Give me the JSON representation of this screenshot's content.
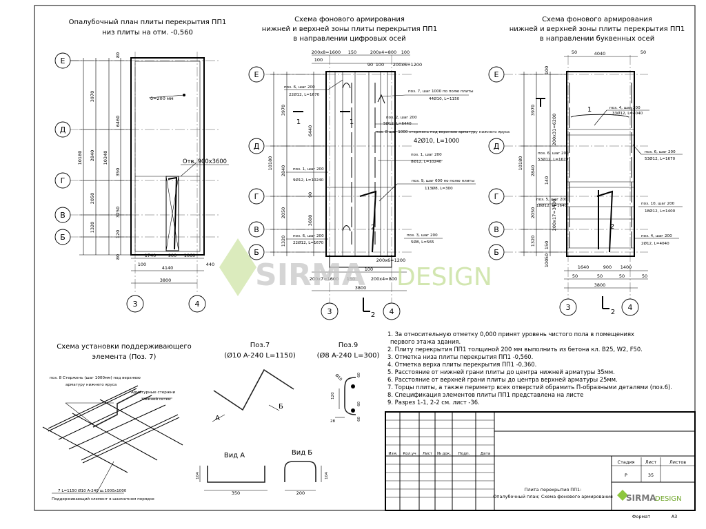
{
  "plans": {
    "formwork": {
      "title": [
        "Опалубочный план плиты перекрытия ПП1",
        "низ плиты на отм. -0,560"
      ],
      "thickness_note": "δ=200 мм",
      "opening_label": "Отв. 900х3600",
      "dims_left": [
        "10180",
        "3970",
        "2840",
        "2050",
        "1320"
      ],
      "dims_mid": [
        "6460",
        "10340",
        "3250",
        "350",
        "120",
        "80",
        "80"
      ],
      "dims_bottom": [
        "1740",
        "900",
        "1060",
        "4140",
        "3800",
        "100",
        "440"
      ]
    },
    "digit_axes": {
      "title": [
        "Схема фонового армирования",
        "нижней и верхней зоны плиты перекрытия ПП1",
        "в направлении цифровых осей"
      ],
      "dims_top": [
        "200х8=1600",
        "150",
        "200х4=800",
        "100",
        "100",
        "90",
        "100",
        "200х6=1200"
      ],
      "dims_bottom": [
        "200х7=1600",
        "150",
        "200х4=800",
        "100",
        "200х6=1200",
        "3800"
      ],
      "dims_left": [
        "10180",
        "3970",
        "2840",
        "2050",
        "1320",
        "6440",
        "3600",
        "90"
      ],
      "callouts": [
        [
          "поз. 6, шаг 200",
          "22Ø12, L=1670"
        ],
        [
          "поз. 7, шаг 1000 по полю плиты",
          "44Ø10, L=1150"
        ],
        [
          "поз. 2, шаг 200",
          "5Ø12, L=6440"
        ],
        [
          "поз. 8 шаг 1000 стержень под верхнюю арматуру нижнего яруса",
          "42Ø10, L=1000"
        ],
        [
          "поз. 1, шаг 200",
          "8Ø12, L=10240"
        ],
        [
          "поз. 1, шаг 200",
          "9Ø12, L=10240"
        ],
        [
          "поз. 9, шаг 600 по полю плиты",
          "113Ø8, L=300"
        ],
        [
          "поз. 6, шаг 200",
          "22Ø12, L=1670"
        ],
        [
          "поз. 3, шаг 200",
          "5Ø8, L=565"
        ]
      ],
      "section_marks": [
        "1",
        "1",
        "2",
        "2"
      ]
    },
    "letter_axes": {
      "title": [
        "Схема фонового армирования",
        "нижней и верхней зоны плиты перекрытия ПП1",
        "в направлении буквенных осей"
      ],
      "dims_top": [
        "50",
        "4040",
        "50"
      ],
      "dims_left": [
        "10180",
        "3970",
        "2840",
        "2050",
        "1320",
        "100",
        "200х31=6200",
        "200х17=3400",
        "140",
        "150",
        "50",
        "100"
      ],
      "dims_bottom": [
        "1640",
        "900",
        "1400",
        "50",
        "50",
        "50",
        "50",
        "3800"
      ],
      "callouts": [
        [
          "поз. 4, шаг 200",
          "33Ø12, L=4040"
        ],
        [
          "поз. 6, шаг 200",
          "53Ø12, L=1670"
        ],
        [
          "поз. 6, шаг 200",
          "53Ø12, L=1670"
        ],
        [
          "поз. 5, шаг 200",
          "18Ø12, L=1640"
        ],
        [
          "поз. 10, шаг 200",
          "18Ø12, L=1400"
        ],
        [
          "поз. 4, шаг 200",
          "2Ø12, L=4040"
        ]
      ],
      "section_marks": [
        "1",
        "2",
        "2"
      ]
    },
    "axes": {
      "letters": [
        "Е",
        "Д",
        "Г",
        "В",
        "Б"
      ],
      "numbers": [
        "3",
        "4"
      ]
    }
  },
  "support_scheme": {
    "title": [
      "Схема установки поддерживающего",
      "элемента (Поз. 7)"
    ],
    "label_top": [
      "поз. 8 Стержень (шаг 1000мм) под верхнюю",
      "арматуру нижнего яруса"
    ],
    "label_mesh": [
      "Арматурные стержни",
      "нижней сетки"
    ],
    "label_bottom": [
      "7 L=1150 Ø10 A-240 ш.1000х1000",
      "Поддерживающий элемент в шахматном порядке"
    ]
  },
  "details": {
    "poz7": {
      "title": [
        "Поз.7",
        "(Ø10 A-240 L=1150)"
      ],
      "view_a": "А",
      "view_b": "Б"
    },
    "poz9": {
      "title": [
        "Поз.9",
        "(Ø8 A-240 L=300)"
      ],
      "dims": [
        "Ø10",
        "60",
        "120",
        "60",
        "28",
        "60"
      ]
    },
    "vid_a": {
      "title": "Вид А",
      "dims": [
        "104",
        "350"
      ]
    },
    "vid_b": {
      "title": "Вид Б",
      "dims": [
        "104",
        "200"
      ]
    }
  },
  "notes": [
    "1. За относительную отметку 0,000 принят уровень чистого пола в помещениях",
    "первого этажа здания.",
    "2. Плиту перекрытия ПП1 толщиной 200 мм выполнить из бетона кл. В25, W2, F50.",
    "3. Отметка низа плиты перекрытия ПП1 -0,560.",
    "4. Отметка верха плиты перекрытия ПП1 -0,360.",
    "5. Расстояние от нижней грани плиты до центра нижней арматуры 35мм.",
    "6. Расстояние от верхней грани плиты до центра верхней арматуры 25мм.",
    "7. Торцы плиты, а также периметр всех отверстий обрамить П-образными деталями (поз.6).",
    "8. Спецификация элементов плиты ПП1 представлена на листе",
    "9. Разрез 1-1, 2-2 см. лист -36."
  ],
  "title_block": {
    "columns": [
      "Изм.",
      "Кол.уч",
      "Лист",
      "№ док.",
      "Подп.",
      "Дата"
    ],
    "stage_label": "Стадия",
    "sheet_label": "Лист",
    "sheets_label": "Листов",
    "stage": "Р",
    "sheet": "35",
    "sheets": "",
    "description": [
      "Плита перекрытия ПП1:",
      "Опалубочный план; Схема фонового армирования"
    ],
    "logo_left": "SIRMA",
    "logo_right": "DESIGN",
    "format_label": "Формат",
    "format": "А3"
  },
  "watermark": {
    "left": "SIRMA",
    "right": "DESIGN"
  },
  "colors": {
    "watermark_green": "#b9d98a",
    "watermark_gray": "#c8c8c8",
    "logo_green": "#8dc63f"
  }
}
